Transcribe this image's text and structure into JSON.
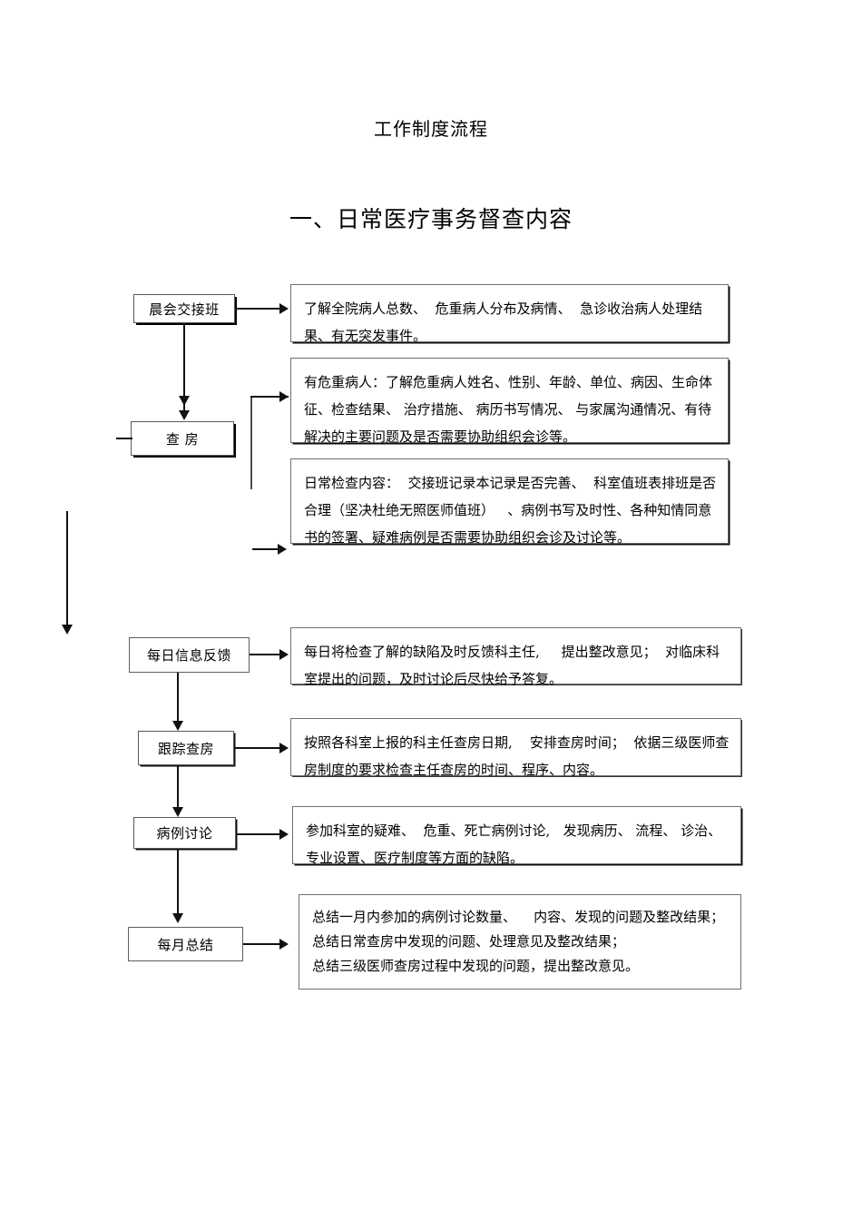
{
  "document": {
    "title": "工作制度流程",
    "section_heading": "一、日常医疗事务督查内容"
  },
  "flow": {
    "nodes": [
      {
        "id": "morning-handover",
        "label": "晨会交接班"
      },
      {
        "id": "ward-round",
        "label": "查    房"
      },
      {
        "id": "daily-feedback",
        "label": "每日信息反馈"
      },
      {
        "id": "followup-round",
        "label": "跟踪查房"
      },
      {
        "id": "case-discussion",
        "label": "病例讨论"
      },
      {
        "id": "monthly-summary",
        "label": "每月总结"
      }
    ],
    "details": [
      {
        "id": "detail-morning-handover",
        "text": "了解全院病人总数、  危重病人分布及病情、  急诊收治病人处理结果、有无突发事件。"
      },
      {
        "id": "detail-critical-patients",
        "text": "有危重病人：了解危重病人姓名、性别、年龄、单位、病因、生命体征、检查结果、 治疗措施、 病历书写情况、 与家属沟通情况、有待解决的主要问题及是否需要协助组织会诊等。"
      },
      {
        "id": "detail-daily-inspection",
        "text": "日常检查内容：  交接班记录本记录是否完善、  科室值班表排班是否合理（坚决杜绝无照医师值班）   、病例书写及时性、各种知情同意书的签署、疑难病例是否需要协助组织会诊及讨论等。"
      },
      {
        "id": "detail-daily-feedback",
        "text": "每日将检查了解的缺陷及时反馈科主任,     提出整改意见；  对临床科室提出的问题，及时讨论后尽快给予答复。"
      },
      {
        "id": "detail-followup-round",
        "text": "按照各科室上报的科主任查房日期,    安排查房时间；  依据三级医师查房制度的要求检查主任查房的时间、程序、内容。"
      },
      {
        "id": "detail-case-discussion",
        "text": "参加科室的疑难、  危重、死亡病例讨论,   发现病历、 流程、 诊治、专业设置、医疗制度等方面的缺陷。"
      },
      {
        "id": "detail-monthly-summary",
        "text": "总结一月内参加的病例讨论数量、    内容、发现的问题及整改结果；\n总结日常查房中发现的问题、处理意见及整改结果；\n总结三级医师查房过程中发现的问题，提出整改意见。"
      }
    ]
  },
  "colors": {
    "ink": "#000000",
    "box_border": "#6b7075",
    "page_background": "#ffffff"
  }
}
